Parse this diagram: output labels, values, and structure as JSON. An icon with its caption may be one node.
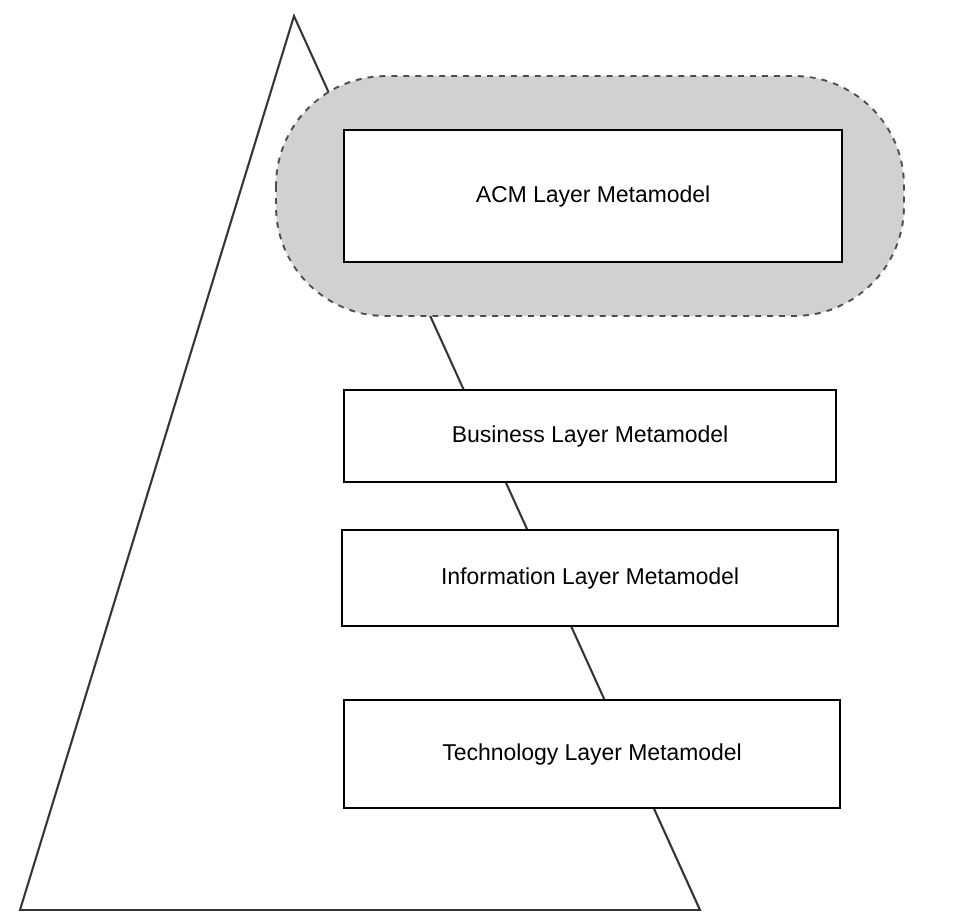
{
  "diagram": {
    "nodes": [
      {
        "text": [
          "ACM Layer Metamodel"
        ]
      },
      {
        "text": [
          "Business Layer Metamodel"
        ]
      },
      {
        "text": [
          "Information Layer Metamodel"
        ]
      },
      {
        "text": [
          "Technology Layer Metamodel"
        ]
      }
    ]
  }
}
